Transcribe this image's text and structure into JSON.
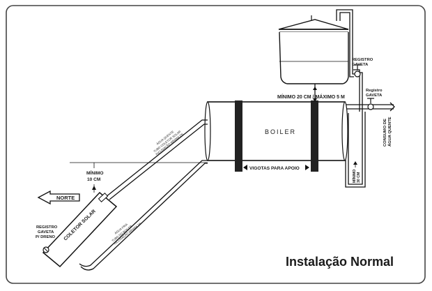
{
  "title": "Instalação Normal",
  "labels": {
    "boiler": "BOILER",
    "min_max": "MÍNIMO 20 CM / MÁXIMO 5 M",
    "registro_gaveta_top": [
      "REGISTRO",
      "GAVETA"
    ],
    "registro_gaveta_right": [
      "Registro",
      "GAVETA"
    ],
    "consumo": [
      "CONSUMO DE",
      "ÁGUA QUENTE"
    ],
    "vigotas": "VIGOTAS PARA APOIO",
    "minimo_10": [
      "MÍNIMO",
      "10 CM"
    ],
    "norte": "NORTE",
    "coletor": "COLETOR SOLAR",
    "registro_dreno": [
      "REGISTRO",
      "GAVETA",
      "P/ DRENO"
    ],
    "agua_quente_upper": [
      "ÁGUA QUENTE",
      "TUBO COLETOR SOLAR",
      "INCLINAÇÃO MÍNIMA 1%"
    ],
    "agua_fria_lower": [
      "ÁGUA FRIA",
      "TUBO DO BOILER",
      "INCLINAÇÃO MÍNIMA 1%"
    ],
    "minimo_30": [
      "MÍNIMO",
      "30 CM"
    ]
  }
}
